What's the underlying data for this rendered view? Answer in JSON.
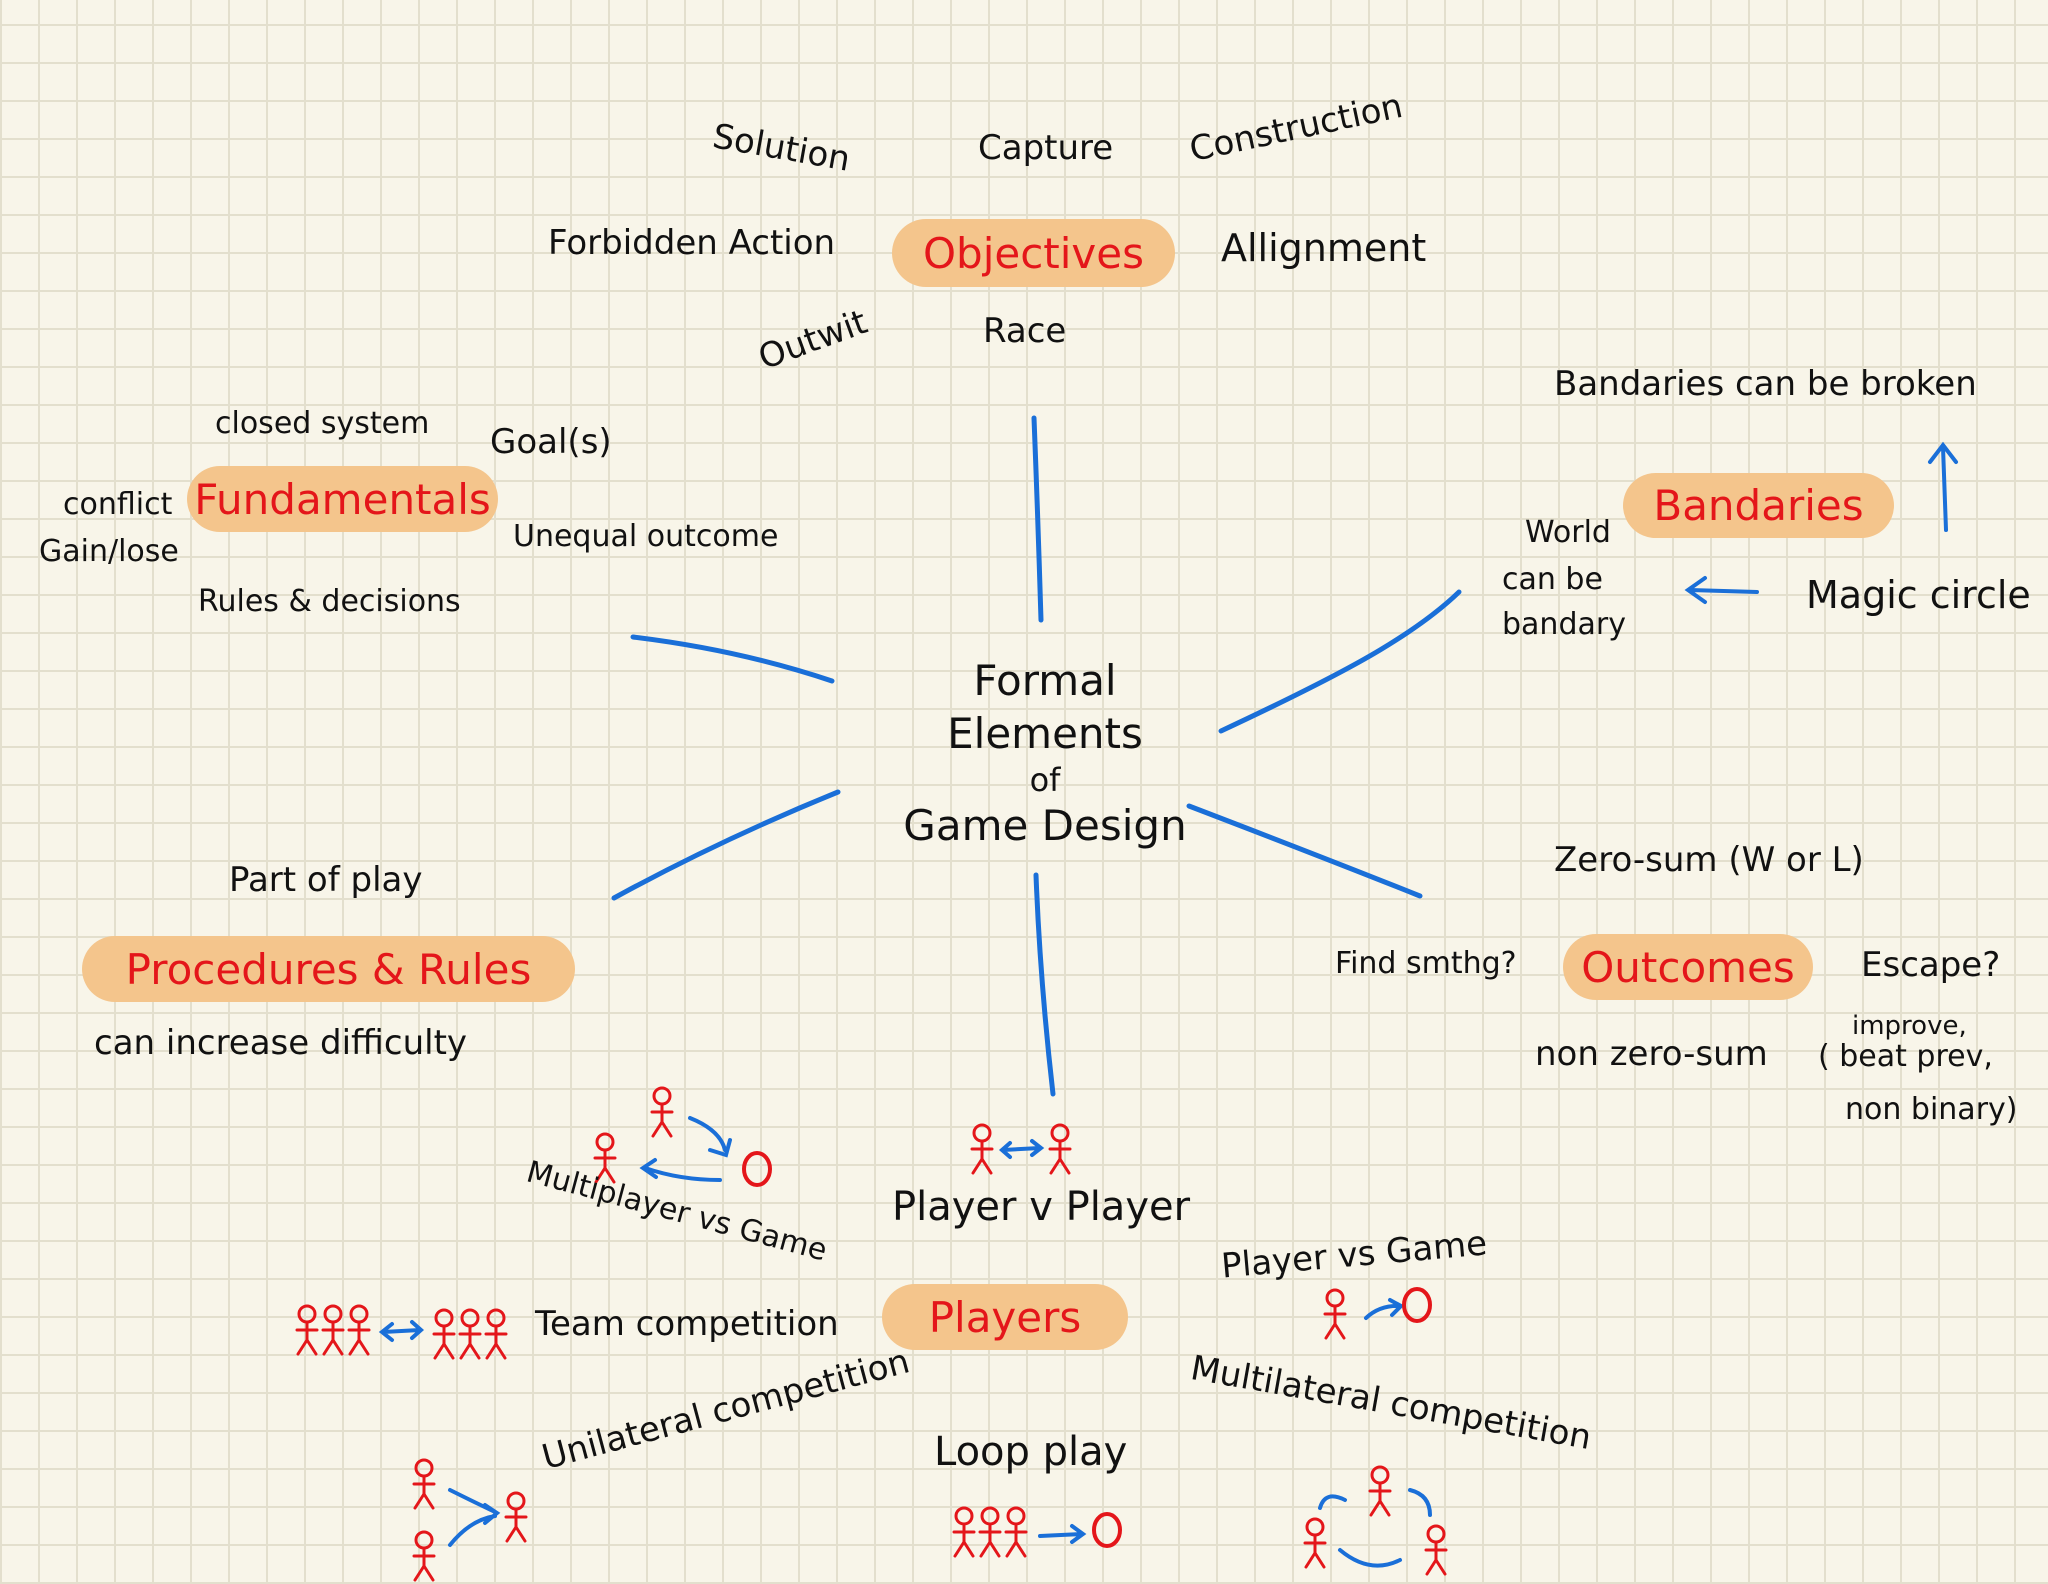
{
  "colors": {
    "accent_line": "#1a6fd8",
    "pill": "#f4c58c",
    "pill_text": "#e4161a",
    "figure": "#e4161a",
    "paper": "#f8f5e9",
    "grid": "#e3dfcd"
  },
  "center": {
    "line1": "Formal Elements",
    "line2": "of",
    "line3": "Game Design"
  },
  "objectives": {
    "label": "Objectives",
    "items": [
      "Solution",
      "Capture",
      "Construction",
      "Forbidden Action",
      "Allignment",
      "Outwit",
      "Race"
    ]
  },
  "boundaries": {
    "label": "Bandaries",
    "items": [
      "Bandaries can be broken",
      "World",
      "can be",
      "bandary",
      "Magic circle"
    ]
  },
  "fundamentals": {
    "label": "Fundamentals",
    "items": [
      "closed system",
      "Goal(s)",
      "conflict",
      "Gain/lose",
      "Unequal outcome",
      "Rules & decisions"
    ]
  },
  "procedures": {
    "label": "Procedures & Rules",
    "items": [
      "Part of play",
      "can increase difficulty"
    ]
  },
  "outcomes": {
    "label": "Outcomes",
    "items": [
      "Zero-sum (W or L)",
      "Find smthg?",
      "Escape?",
      "non zero-sum",
      "( beat prev,",
      "improve,",
      "non binary)"
    ]
  },
  "players": {
    "label": "Players",
    "items": [
      "Multiplayer vs Game",
      "Player v Player",
      "Player vs Game",
      "Team competition",
      "Unilateral competition",
      "Loop play",
      "Multilateral competition"
    ]
  }
}
